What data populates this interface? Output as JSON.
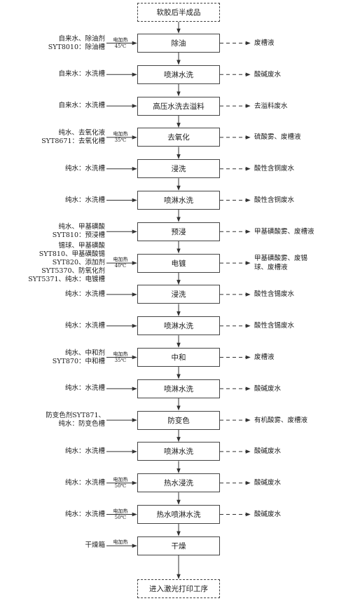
{
  "start_box": "软胶后半成品",
  "end_box": "进入激光打印工序",
  "steps": [
    {
      "label": "除油",
      "input": "自来水、除油剂\nSYT8010：除油槽",
      "heat": "电加热\n45℃",
      "waste": "废槽液"
    },
    {
      "label": "喷淋水洗",
      "input": "自来水：水洗槽",
      "heat": "",
      "waste": "酸碱废水"
    },
    {
      "label": "高压水洗去溢料",
      "input": "自来水：水洗槽",
      "heat": "",
      "waste": "去溢料废水"
    },
    {
      "label": "去氧化",
      "input": "纯水、去氧化液\nSYT8671：去氧化槽",
      "heat": "电加热\n35℃",
      "waste": "硫酸雾、废槽液"
    },
    {
      "label": "浸洗",
      "input": "纯水：水洗槽",
      "heat": "",
      "waste": "酸性含铜废水"
    },
    {
      "label": "喷淋水洗",
      "input": "纯水：水洗槽",
      "heat": "",
      "waste": "酸性含铜废水"
    },
    {
      "label": "预浸",
      "input": "纯水、甲基磺酸\nSYT810：预浸槽",
      "heat": "",
      "waste": "甲基磺酸雾、废槽液"
    },
    {
      "label": "电镀",
      "input": "锡球、甲基磺酸\nSYT810、甲基磺酸锡\nSYT820、添加剂\nSYT5370、防氧化剂\nSYT5371、纯水：电镀槽",
      "heat": "电加热\n40℃",
      "waste": "甲基磺酸雾、废锡\n球、废槽液"
    },
    {
      "label": "浸洗",
      "input": "纯水：水洗槽",
      "heat": "",
      "waste": "酸性含锡废水"
    },
    {
      "label": "喷淋水洗",
      "input": "纯水：水洗槽",
      "heat": "",
      "waste": "酸性含锡废水"
    },
    {
      "label": "中和",
      "input": "纯水、中和剂\nSYT870：中和槽",
      "heat": "电加热\n35℃",
      "waste": "废槽液"
    },
    {
      "label": "喷淋水洗",
      "input": "纯水：水洗槽",
      "heat": "",
      "waste": "酸碱废水"
    },
    {
      "label": "防变色",
      "input": "防变色剂SYT871、\n纯水：防变色槽",
      "heat": "",
      "waste": "有机酸雾、废槽液"
    },
    {
      "label": "喷淋水洗",
      "input": "纯水：水洗槽",
      "heat": "",
      "waste": "酸碱废水"
    },
    {
      "label": "热水浸洗",
      "input": "纯水：水洗槽",
      "heat": "电加热\n50℃",
      "waste": "酸碱废水"
    },
    {
      "label": "热水喷淋水洗",
      "input": "纯水：水洗槽",
      "heat": "电加热\n50℃",
      "waste": "酸碱废水"
    },
    {
      "label": "干燥",
      "input": "干燥箱",
      "heat": "电加热",
      "waste": ""
    }
  ],
  "colors": {
    "line": "#333333",
    "border": "#444444",
    "text": "#1a1a1a"
  }
}
